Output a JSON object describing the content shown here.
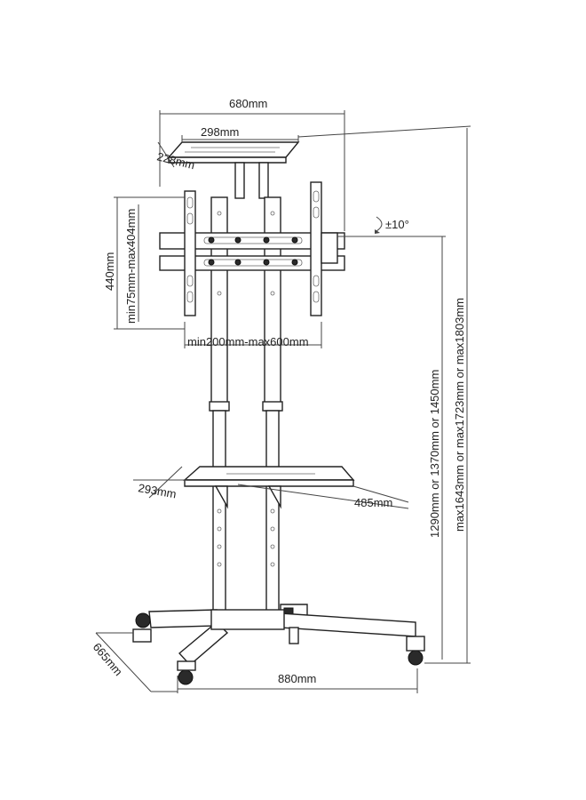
{
  "dimensions": {
    "top_width": "680mm",
    "tray_width": "298mm",
    "tray_depth": "228mm",
    "plate_height": "440mm",
    "vesa_vertical": "min75mm-max404mm",
    "vesa_horizontal": "min200mm-max600mm",
    "tilt": "±10°",
    "mount_height": "1290mm or 1370mm or 1450mm",
    "total_height": "max1643mm or max1723mm or max1803mm",
    "shelf_depth": "293mm",
    "shelf_width": "485mm",
    "base_depth": "665mm",
    "base_width": "880mm"
  }
}
